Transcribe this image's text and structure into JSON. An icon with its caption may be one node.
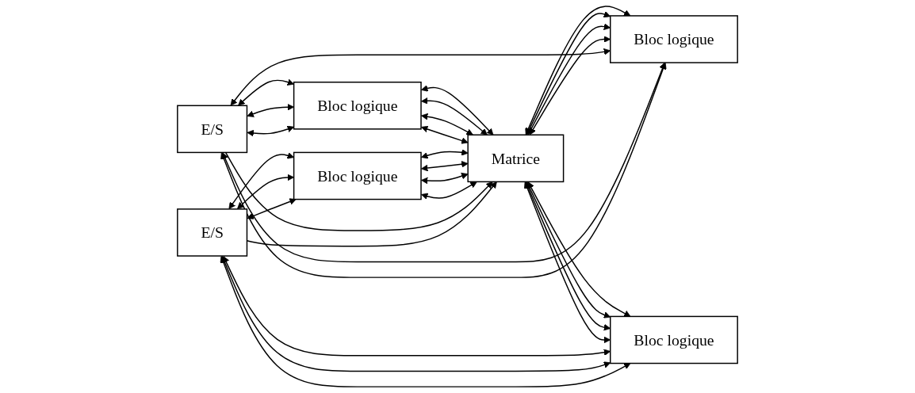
{
  "diagram": {
    "nodes": [
      {
        "text": [
          "E/S"
        ]
      },
      {
        "text": [
          "Bloc logique"
        ]
      },
      {
        "text": [
          "Bloc logique"
        ]
      },
      {
        "text": [
          "E/S"
        ]
      },
      {
        "text": [
          "Matrice"
        ]
      },
      {
        "text": [
          "Bloc logique"
        ]
      },
      {
        "text": [
          "Bloc logique"
        ]
      }
    ],
    "edges": [
      {
        "from": 0,
        "to": 1,
        "arrow": "both"
      },
      {
        "from": 0,
        "to": 1,
        "arrow": "both"
      },
      {
        "from": 0,
        "to": 1,
        "arrow": "both"
      },
      {
        "from": 3,
        "to": 2,
        "arrow": "both"
      },
      {
        "from": 3,
        "to": 2,
        "arrow": "both"
      },
      {
        "from": 3,
        "to": 2,
        "arrow": "both"
      },
      {
        "from": 1,
        "to": 4,
        "arrow": "both"
      },
      {
        "from": 1,
        "to": 4,
        "arrow": "both"
      },
      {
        "from": 1,
        "to": 4,
        "arrow": "both"
      },
      {
        "from": 1,
        "to": 4,
        "arrow": "both"
      },
      {
        "from": 2,
        "to": 4,
        "arrow": "both"
      },
      {
        "from": 2,
        "to": 4,
        "arrow": "both"
      },
      {
        "from": 2,
        "to": 4,
        "arrow": "both"
      },
      {
        "from": 2,
        "to": 4,
        "arrow": "both"
      },
      {
        "from": 0,
        "to": 4,
        "arrow": "to"
      },
      {
        "from": 3,
        "to": 4,
        "arrow": "to"
      },
      {
        "from": 4,
        "to": 5,
        "arrow": "both"
      },
      {
        "from": 4,
        "to": 5,
        "arrow": "both"
      },
      {
        "from": 4,
        "to": 5,
        "arrow": "both"
      },
      {
        "from": 4,
        "to": 5,
        "arrow": "both"
      },
      {
        "from": 4,
        "to": 6,
        "arrow": "both"
      },
      {
        "from": 4,
        "to": 6,
        "arrow": "both"
      },
      {
        "from": 4,
        "to": 6,
        "arrow": "both"
      },
      {
        "from": 4,
        "to": 6,
        "arrow": "both"
      },
      {
        "from": 0,
        "to": 5,
        "arrow": "both"
      },
      {
        "from": 0,
        "to": 5,
        "arrow": "both"
      },
      {
        "from": 0,
        "to": 5,
        "arrow": "both"
      },
      {
        "from": 3,
        "to": 6,
        "arrow": "both"
      },
      {
        "from": 3,
        "to": 6,
        "arrow": "both"
      },
      {
        "from": 3,
        "to": 6,
        "arrow": "both"
      }
    ]
  }
}
